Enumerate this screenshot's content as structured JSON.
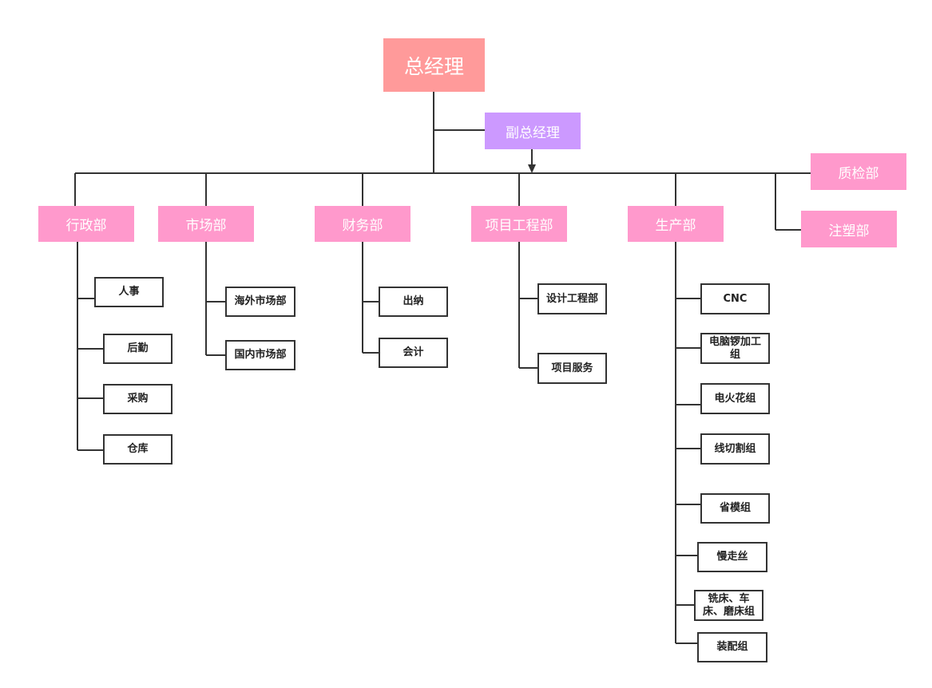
{
  "org": {
    "general_manager": "总经理",
    "deputy_general_manager": "副总经理",
    "departments": {
      "admin": "行政部",
      "market": "市场部",
      "finance": "财务部",
      "project": "项目工程部",
      "production": "生产部",
      "qc": "质检部",
      "molding": "注塑部"
    },
    "admin_units": [
      "人事",
      "后勤",
      "采购",
      "仓库"
    ],
    "market_units": [
      "海外市场部",
      "国内市场部"
    ],
    "finance_units": [
      "出纳",
      "会计"
    ],
    "project_units": [
      "设计工程部",
      "项目服务"
    ],
    "production_units": [
      "CNC",
      "电脑锣加工组",
      "电火花组",
      "线切割组",
      "省模组",
      "慢走丝",
      "铣床、车床、磨床组",
      "装配组"
    ]
  },
  "colors": {
    "general_manager": "#ff9a9a",
    "deputy_general_manager": "#cc99ff",
    "department": "#ff99cc",
    "unit_border": "#333333",
    "connector": "#333333"
  }
}
